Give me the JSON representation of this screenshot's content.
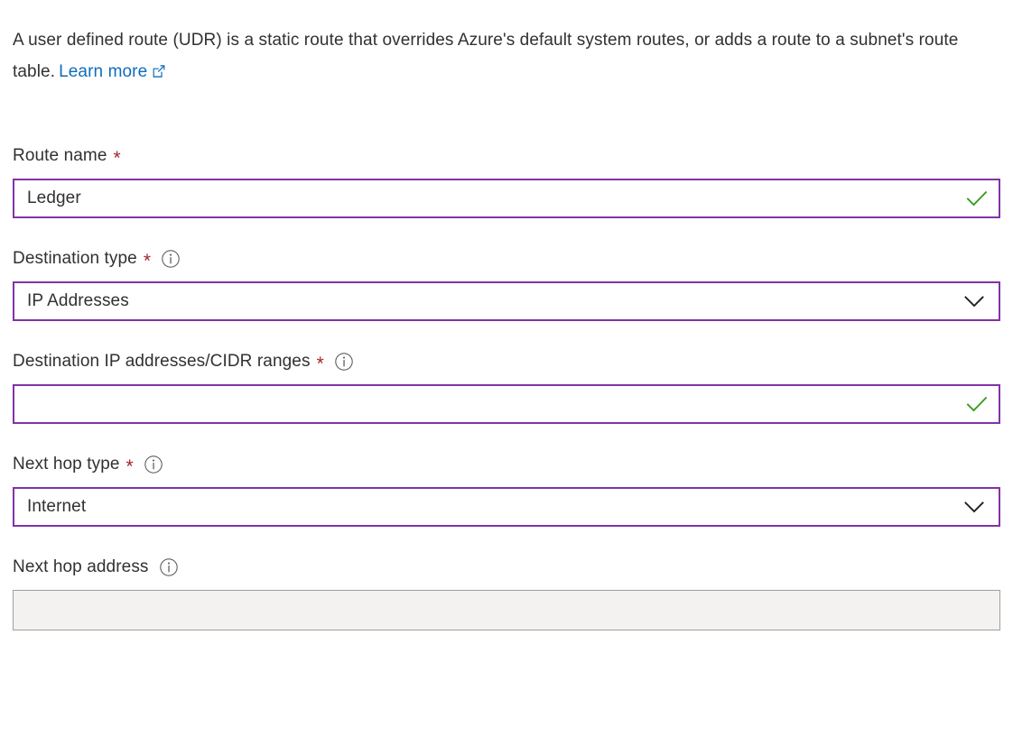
{
  "intro": {
    "text_before": "A user defined route (UDR) is a static route that overrides Azure's default system routes, or adds a route to a subnet's route table.",
    "link_label": "Learn more",
    "link_icon": "external-link-icon",
    "link_color": "#0f6cbd"
  },
  "theme": {
    "accent_border": "#8332a8",
    "valid_check": "#3a9b1e",
    "required_asterisk": "#a4262c",
    "disabled_bg": "#f3f2f1",
    "disabled_border": "#a19f9d",
    "text": "#323130"
  },
  "form": {
    "fields": [
      {
        "name": "route-name",
        "label": "Route name",
        "required": true,
        "has_info": false,
        "type": "text",
        "value": "Ledger",
        "placeholder": "",
        "state": "valid",
        "adornment": "check-icon",
        "disabled": false
      },
      {
        "name": "destination-type",
        "label": "Destination type",
        "required": true,
        "has_info": true,
        "type": "select",
        "value": "IP Addresses",
        "placeholder": "",
        "state": "valid",
        "adornment": "chevron-down-icon",
        "disabled": false
      },
      {
        "name": "destination-ip-addresses",
        "label": "Destination IP addresses/CIDR ranges",
        "required": true,
        "has_info": true,
        "type": "text",
        "value": "",
        "placeholder": "",
        "state": "valid",
        "adornment": "check-icon",
        "disabled": false
      },
      {
        "name": "next-hop-type",
        "label": "Next hop type",
        "required": true,
        "has_info": true,
        "type": "select",
        "value": "Internet",
        "placeholder": "",
        "state": "valid",
        "adornment": "chevron-down-icon",
        "disabled": false
      },
      {
        "name": "next-hop-address",
        "label": "Next hop address",
        "required": false,
        "has_info": true,
        "type": "text",
        "value": "",
        "placeholder": "",
        "state": "disabled",
        "adornment": "none",
        "disabled": true
      }
    ]
  }
}
